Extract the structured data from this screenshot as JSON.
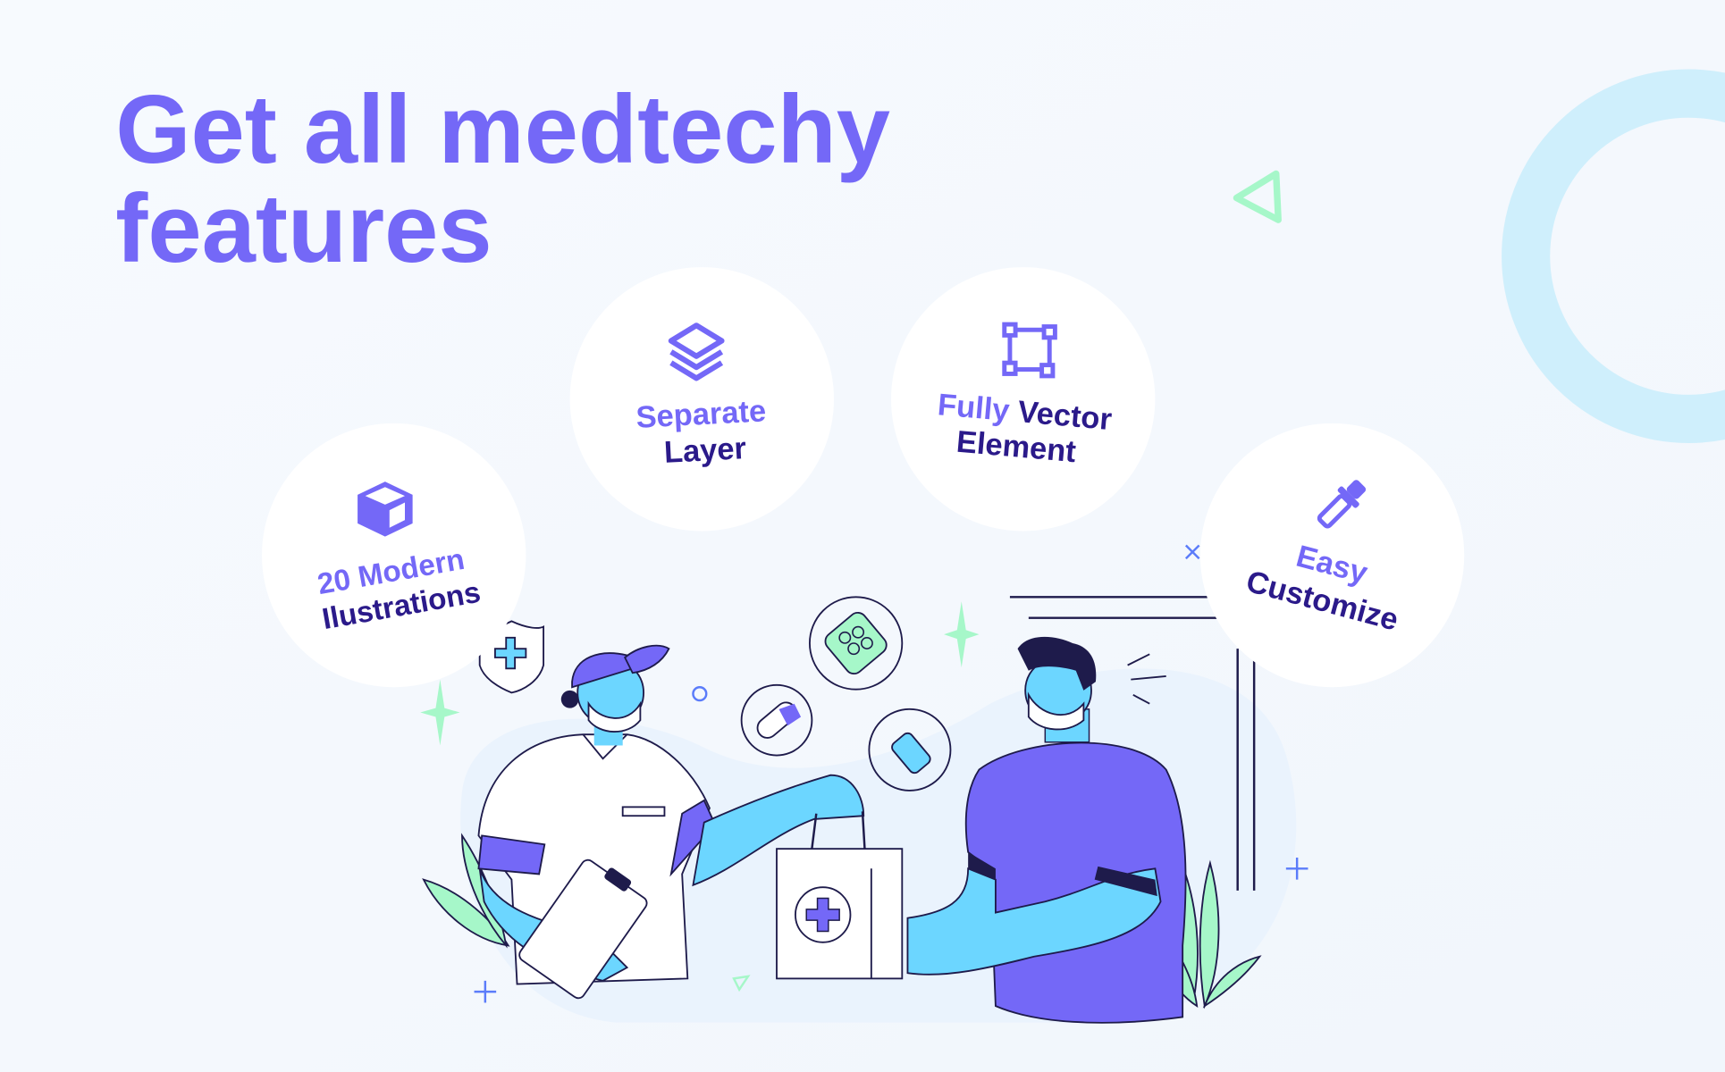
{
  "title": {
    "line1": "Get all medtechy",
    "line2": "features"
  },
  "features": [
    {
      "icon": "cube-icon",
      "line1": "20 Modern",
      "line2": "Ilustrations"
    },
    {
      "icon": "layers-icon",
      "line1": "Separate",
      "line2": "Layer"
    },
    {
      "icon": "vector-frame-icon",
      "line1a": "Fully",
      "line1b": "Vector",
      "line2": "Element"
    },
    {
      "icon": "eyedropper-icon",
      "line1": "Easy",
      "line2": "Customize"
    }
  ],
  "colors": {
    "accent": "#7468F7",
    "dark": "#2B1A8A",
    "cyan": "#6CD6FF",
    "mint": "#A6F7C9",
    "ring": "#CFEFFC",
    "bg": "#F5F8FD"
  }
}
